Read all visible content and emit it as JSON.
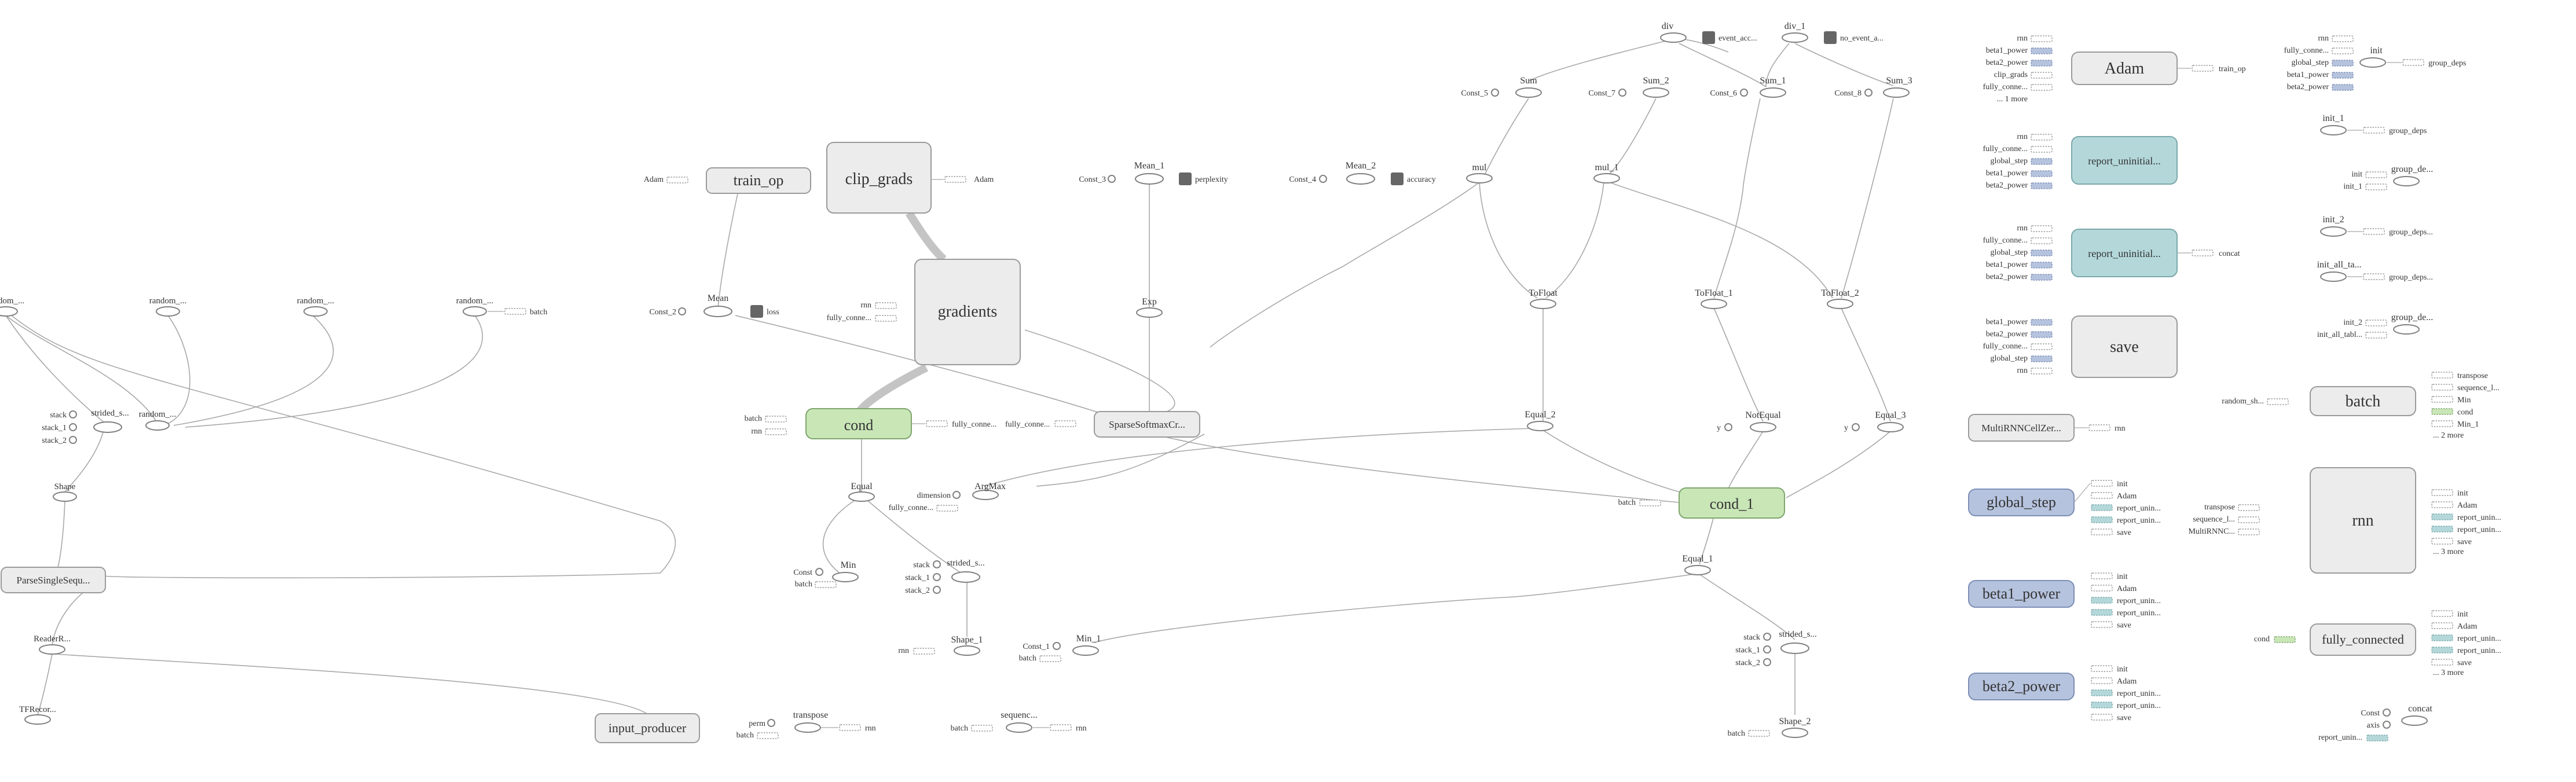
{
  "graph": {
    "metanodes": [
      {
        "id": "train_op",
        "label": "train_op",
        "style": "gray"
      },
      {
        "id": "clip_grads",
        "label": "clip_grads",
        "style": "gray"
      },
      {
        "id": "gradients",
        "label": "gradients",
        "style": "gray"
      },
      {
        "id": "cond",
        "label": "cond",
        "style": "green"
      },
      {
        "id": "SparseSoftmaxCr",
        "label": "SparseSoftmaxCr...",
        "style": "gray"
      },
      {
        "id": "ParseSingleSequ",
        "label": "ParseSingleSequ...",
        "style": "gray"
      },
      {
        "id": "input_producer",
        "label": "input_producer",
        "style": "gray"
      },
      {
        "id": "cond_1",
        "label": "cond_1",
        "style": "green"
      },
      {
        "id": "Adam",
        "label": "Adam",
        "style": "gray"
      },
      {
        "id": "report_uninitial_1",
        "label": "report_uninitial...",
        "style": "teal"
      },
      {
        "id": "report_uninitial_2",
        "label": "report_uninitial...",
        "style": "teal"
      },
      {
        "id": "save",
        "label": "save",
        "style": "gray"
      },
      {
        "id": "MultiRNNCellZer",
        "label": "MultiRNNCellZer...",
        "style": "gray"
      },
      {
        "id": "global_step",
        "label": "global_step",
        "style": "blue"
      },
      {
        "id": "beta1_power",
        "label": "beta1_power",
        "style": "blue"
      },
      {
        "id": "beta2_power",
        "label": "beta2_power",
        "style": "blue"
      },
      {
        "id": "batch",
        "label": "batch",
        "style": "gray"
      },
      {
        "id": "rnn",
        "label": "rnn",
        "style": "gray"
      },
      {
        "id": "fully_connected",
        "label": "fully_connected",
        "style": "gray"
      }
    ],
    "ops": [
      "random_...",
      "random_...",
      "random_...",
      "random_...",
      "random_...",
      "stack",
      "stack_1",
      "stack_2",
      "strided_s...",
      "Shape",
      "ReaderR...",
      "TFRecor...",
      "Const_2",
      "Mean",
      "loss",
      "Adam",
      "train_op",
      "Adam",
      "rnn",
      "fully_conne...",
      "batch",
      "rnn",
      "fully_conne...",
      "fully_conne...",
      "Const_3",
      "Mean_1",
      "perplexity",
      "Exp",
      "dimension",
      "fully_conne...",
      "ArgMax",
      "Equal",
      "Const",
      "batch",
      "Min",
      "stack",
      "stack_1",
      "stack_2",
      "strided_s...",
      "Shape_1",
      "rnn",
      "Const_1",
      "batch",
      "Min_1",
      "perm",
      "batch",
      "transpose",
      "rnn",
      "batch",
      "sequenc...",
      "rnn",
      "Const_4",
      "Mean_2",
      "accuracy",
      "div",
      "event_acc...",
      "div_1",
      "no_event_a...",
      "Sum",
      "Sum_2",
      "Sum_1",
      "Sum_3",
      "Const_5",
      "Const_7",
      "Const_6",
      "Const_8",
      "mul",
      "mul_1",
      "ToFloat",
      "ToFloat_1",
      "ToFloat_2",
      "Equal_2",
      "NotEqual",
      "y",
      "Equal_3",
      "y",
      "batch",
      "Equal_1",
      "stack",
      "stack_1",
      "stack_2",
      "strided_s...",
      "batch",
      "Shape_2",
      "rnn",
      "beta1_power",
      "beta2_power",
      "clip_grads",
      "fully_conne...",
      "... 1 more",
      "train_op",
      "rnn",
      "fully_conne...",
      "global_step",
      "beta1_power",
      "beta2_power",
      "rnn",
      "fully_conne...",
      "global_step",
      "beta1_power",
      "beta2_power",
      "concat",
      "beta1_power",
      "beta2_power",
      "fully_conne...",
      "global_step",
      "rnn",
      "rnn",
      "init",
      "Adam",
      "report_unin...",
      "report_unin...",
      "save",
      "init",
      "Adam",
      "report_unin...",
      "report_unin...",
      "save",
      "init",
      "Adam",
      "report_unin...",
      "report_unin...",
      "save",
      "rnn",
      "fully_conne...",
      "global_step",
      "beta1_power",
      "beta2_power",
      "init",
      "group_deps",
      "init_1",
      "group_deps",
      "init",
      "init_1",
      "group_de...",
      "init_2",
      "group_deps...",
      "init_all_ta...",
      "group_deps...",
      "init_2",
      "init_all_tabl...",
      "group_de...",
      "random_sh...",
      "transpose",
      "sequence_l...",
      "Min",
      "cond",
      "Min_1",
      "... 2 more",
      "transpose",
      "sequence_l...",
      "MultiRNNC...",
      "init",
      "Adam",
      "report_unin...",
      "report_unin...",
      "save",
      "... 3 more",
      "cond",
      "init",
      "Adam",
      "report_unin...",
      "report_unin...",
      "save",
      "... 3 more",
      "Const",
      "axis",
      "report_unin...",
      "concat"
    ]
  }
}
